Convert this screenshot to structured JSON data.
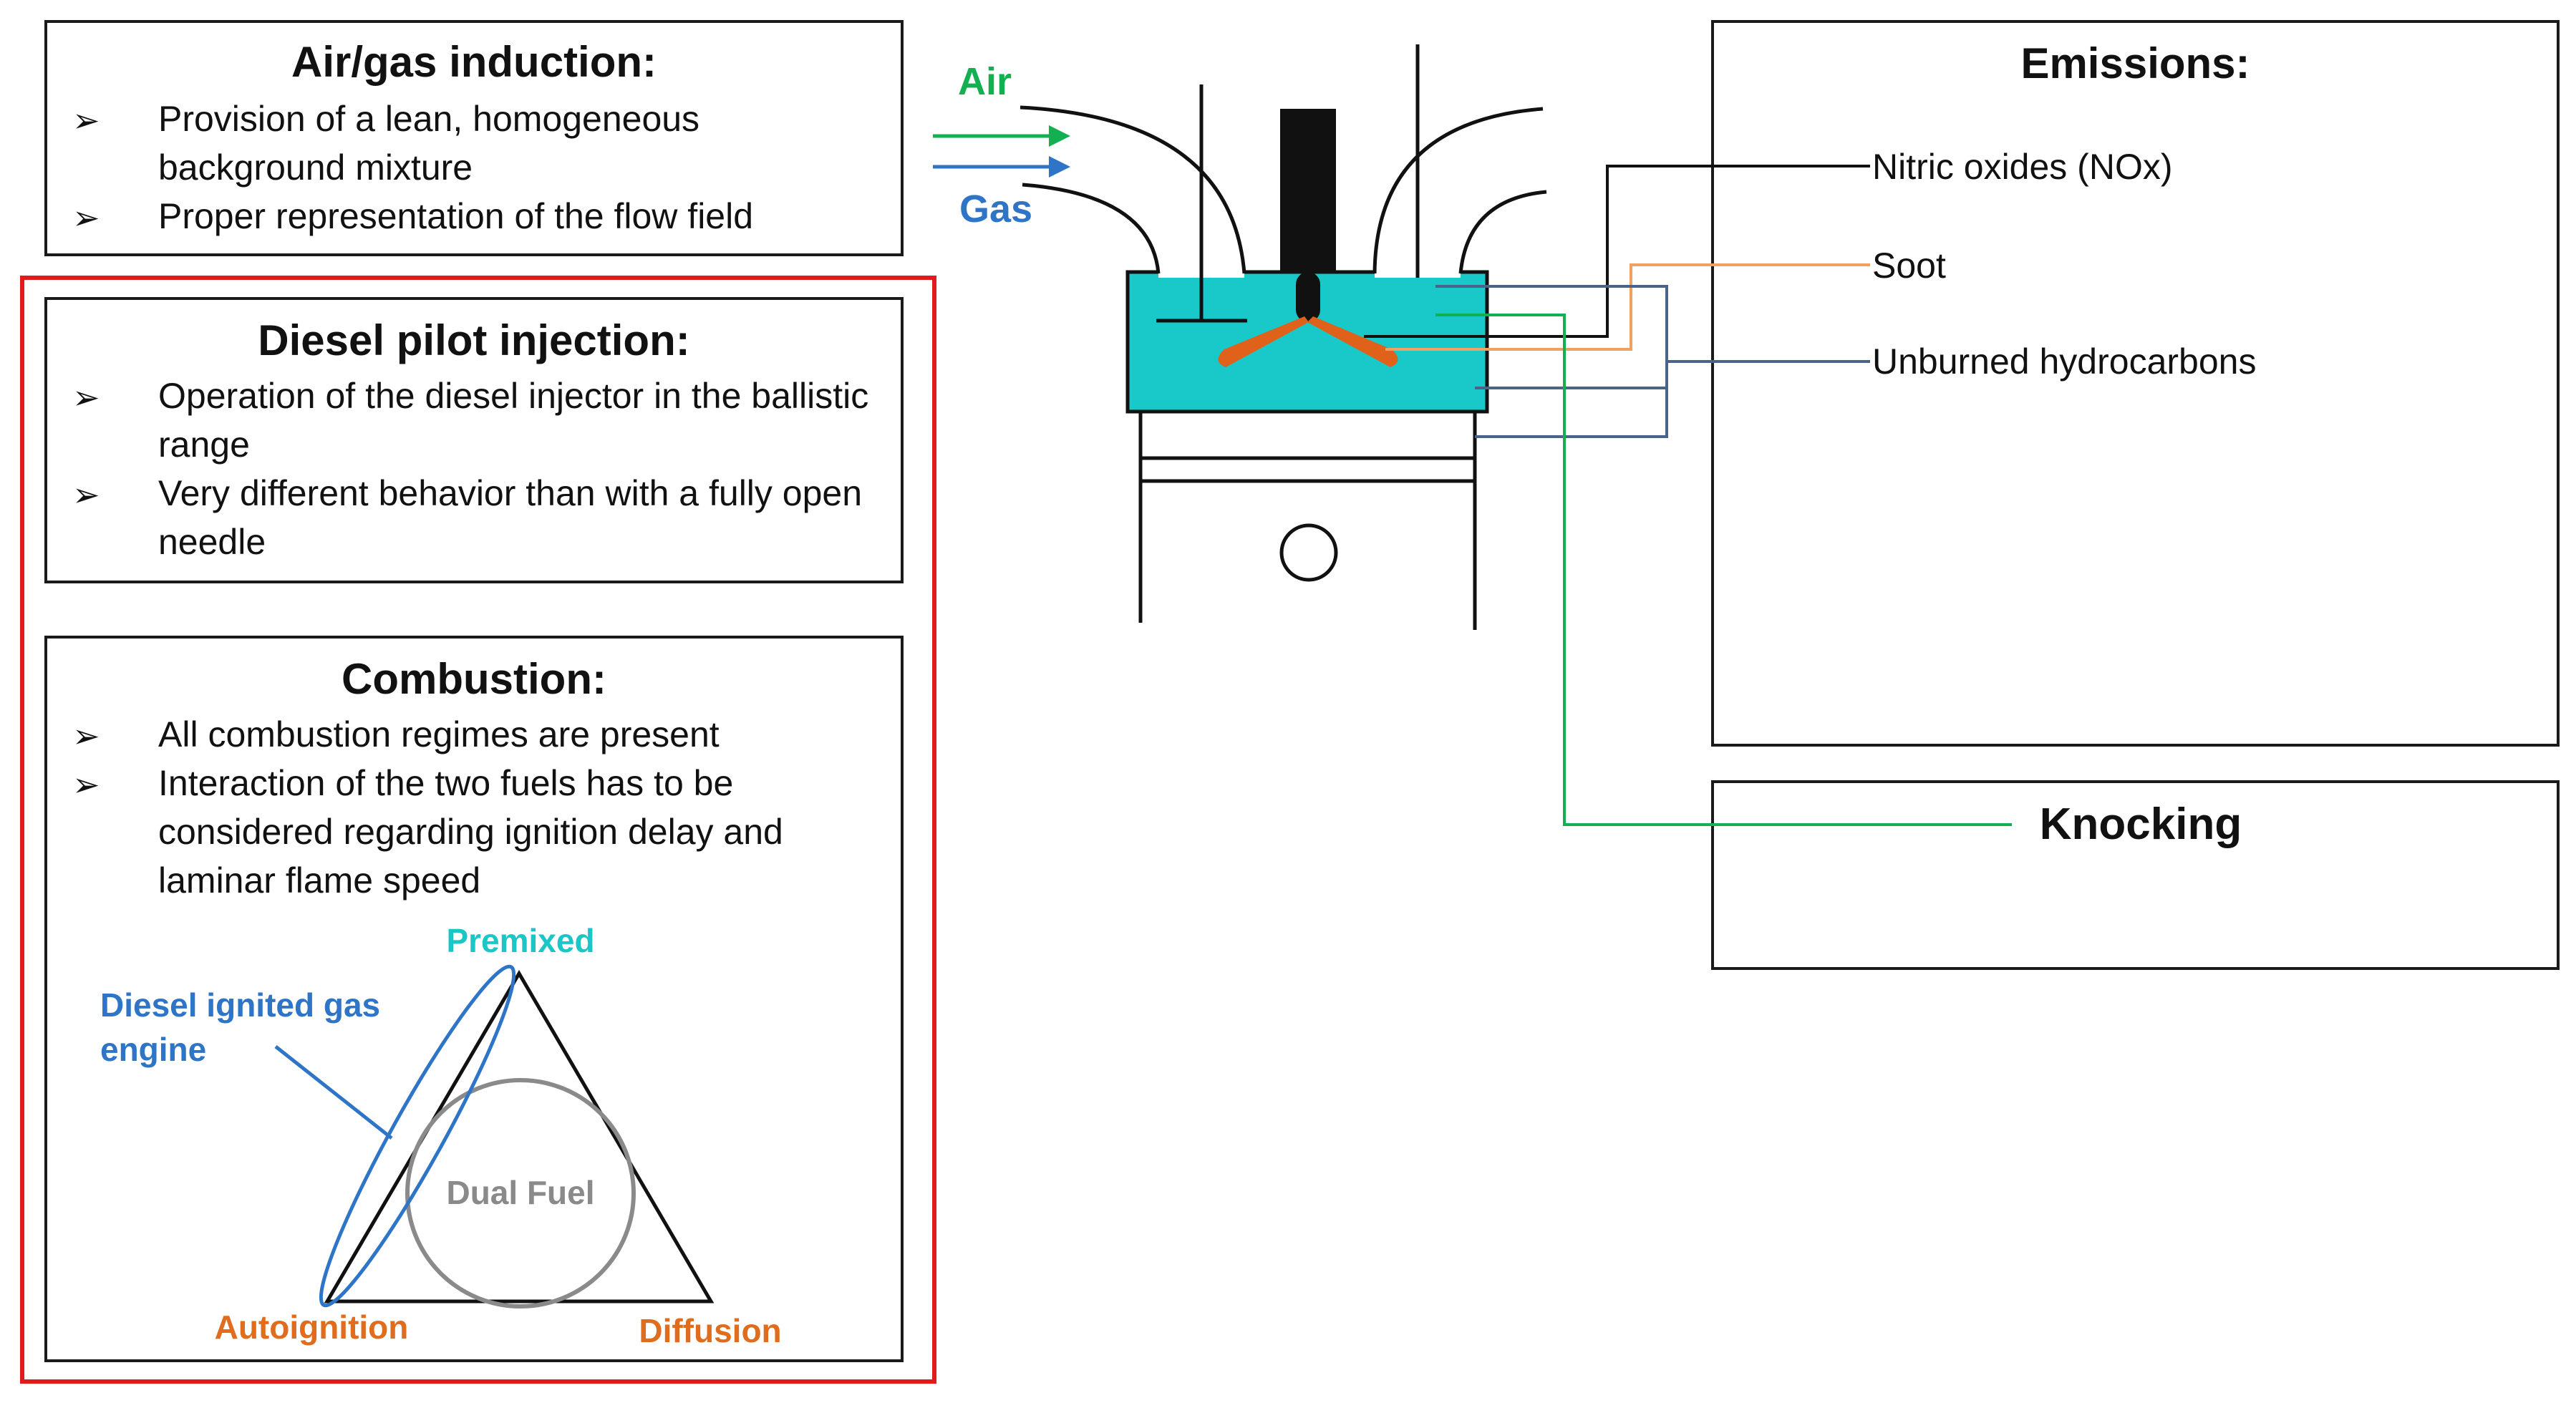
{
  "air_gas_box": {
    "title": "Air/gas induction:",
    "bullets": [
      "Provision of a lean, homogeneous background mixture",
      "Proper representation of the flow field"
    ]
  },
  "diesel_box": {
    "title": "Diesel pilot injection:",
    "bullets": [
      "Operation of the diesel injector in the ballistic range",
      "Very different behavior than with a fully open needle"
    ]
  },
  "combustion_box": {
    "title": "Combustion:",
    "bullets": [
      "All combustion regimes are present",
      "Interaction of the two fuels has to be considered regarding ignition delay and laminar flame speed"
    ]
  },
  "triangle": {
    "premixed": "Premixed",
    "autoignition": "Autoignition",
    "diffusion": "Diffusion",
    "dual_fuel": "Dual Fuel",
    "diesel_ignited_line1": "Diesel ignited gas",
    "diesel_ignited_line2": "engine"
  },
  "engine": {
    "air_label": "Air",
    "gas_label": "Gas"
  },
  "emissions": {
    "title": "Emissions:",
    "items": [
      "Nitric oxides (NOx)",
      "Soot",
      "Unburned hydrocarbons"
    ]
  },
  "knocking": {
    "title": "Knocking"
  },
  "colors": {
    "air_green": "#12b050",
    "gas_blue": "#2e75c8",
    "cyan_fill": "#19c8c8",
    "spray_orange": "#e0611a",
    "soot_orange": "#f0a060",
    "hc_slate": "#4a6388",
    "premixed_cyan": "#1bc6c6",
    "label_orange": "#e06d1e",
    "dual_fuel_gray": "#8a8a8a",
    "frame_red": "#e11b1b"
  }
}
